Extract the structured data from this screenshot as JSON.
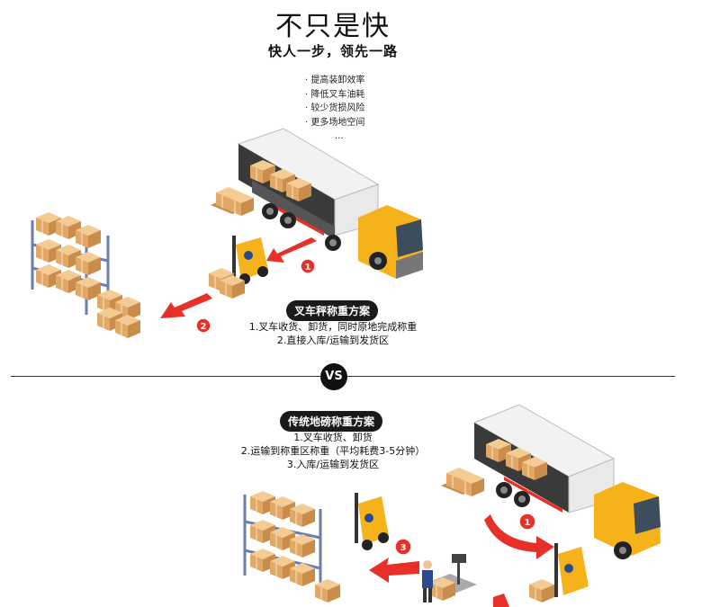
{
  "header": {
    "title": "不只是快",
    "subtitle": "快人一步，领先一路"
  },
  "benefits": {
    "items": [
      "· 提高装卸效率",
      "· 降低叉车油耗",
      "· 较少货损风险",
      "· 更多场地空间"
    ],
    "more": "..."
  },
  "scheme_forklift": {
    "title": "叉车秤称重方案",
    "steps": [
      "1.叉车收货、卸货，同时原地完成称重",
      "2.直接入库/运输到发货区"
    ]
  },
  "vs_label": "VS",
  "scheme_traditional": {
    "title": "传统地磅称重方案",
    "steps": [
      "1.叉车收货、卸货",
      "2.运输到称重区称重（平均耗费3-5分钟）",
      "3.入库/运输到发货区"
    ]
  },
  "markers": {
    "top_1": "1",
    "top_2": "2",
    "bottom_1": "1",
    "bottom_3": "3"
  },
  "colors": {
    "arrow_red": "#e8302a",
    "truck_yellow": "#f6b21a",
    "box_tan": "#e9b776",
    "rack_blue": "#6a7fb0",
    "pill_black": "#1a1a1a"
  }
}
